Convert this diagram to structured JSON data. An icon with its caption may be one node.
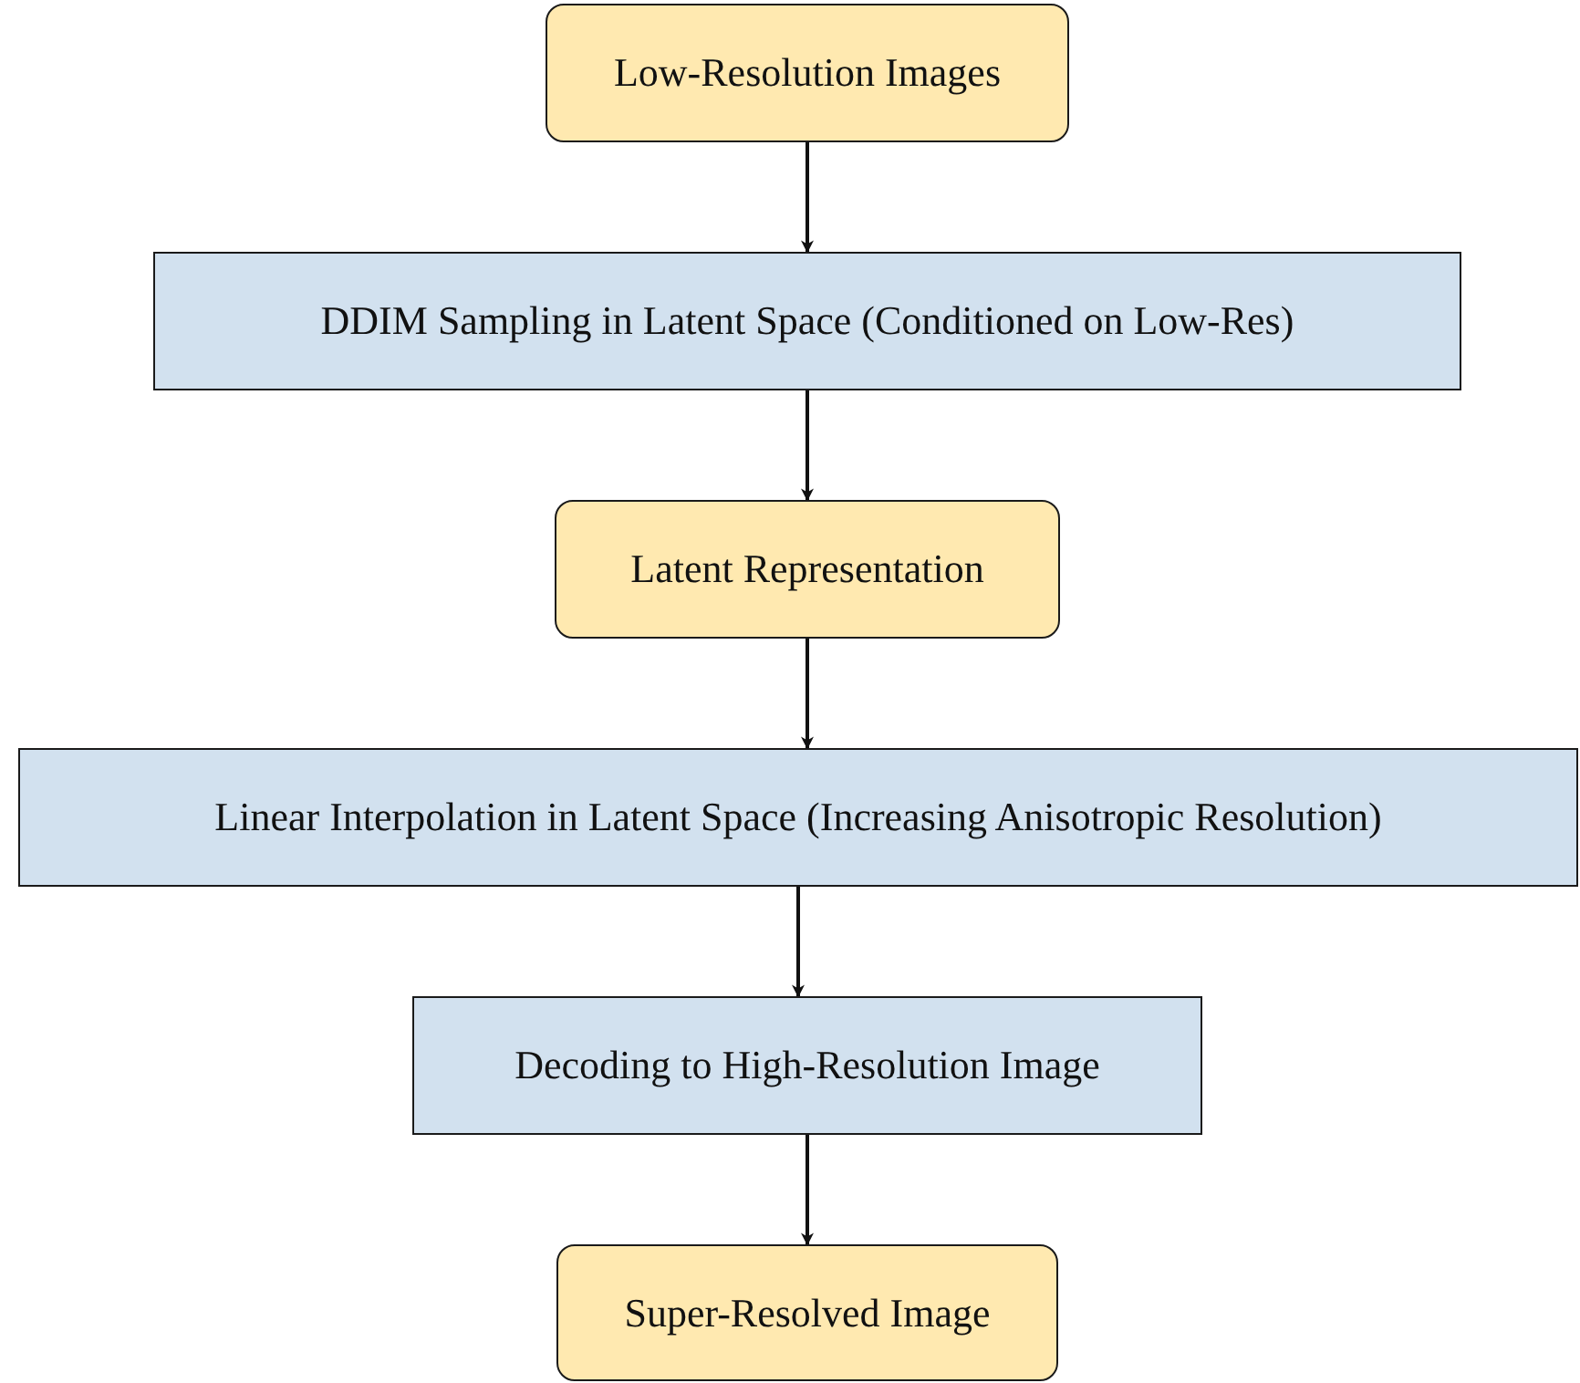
{
  "diagram": {
    "nodes": [
      {
        "text": [
          "Low-Resolution Images"
        ]
      },
      {
        "text": [
          "DDIM Sampling in Latent Space (Conditioned on Low-Res)"
        ]
      },
      {
        "text": [
          "Latent Representation"
        ]
      },
      {
        "text": [
          "Linear Interpolation in Latent Space (Increasing Anisotropic Resolution)"
        ]
      },
      {
        "text": [
          "Decoding to High-Resolution Image"
        ]
      },
      {
        "text": [
          "Super-Resolved Image"
        ]
      }
    ],
    "edges": [
      {
        "from": 0,
        "to": 1,
        "arrow": "to"
      },
      {
        "from": 1,
        "to": 2,
        "arrow": "to"
      },
      {
        "from": 2,
        "to": 3,
        "arrow": "to"
      },
      {
        "from": 3,
        "to": 4,
        "arrow": "to"
      },
      {
        "from": 4,
        "to": 5,
        "arrow": "to"
      }
    ]
  }
}
